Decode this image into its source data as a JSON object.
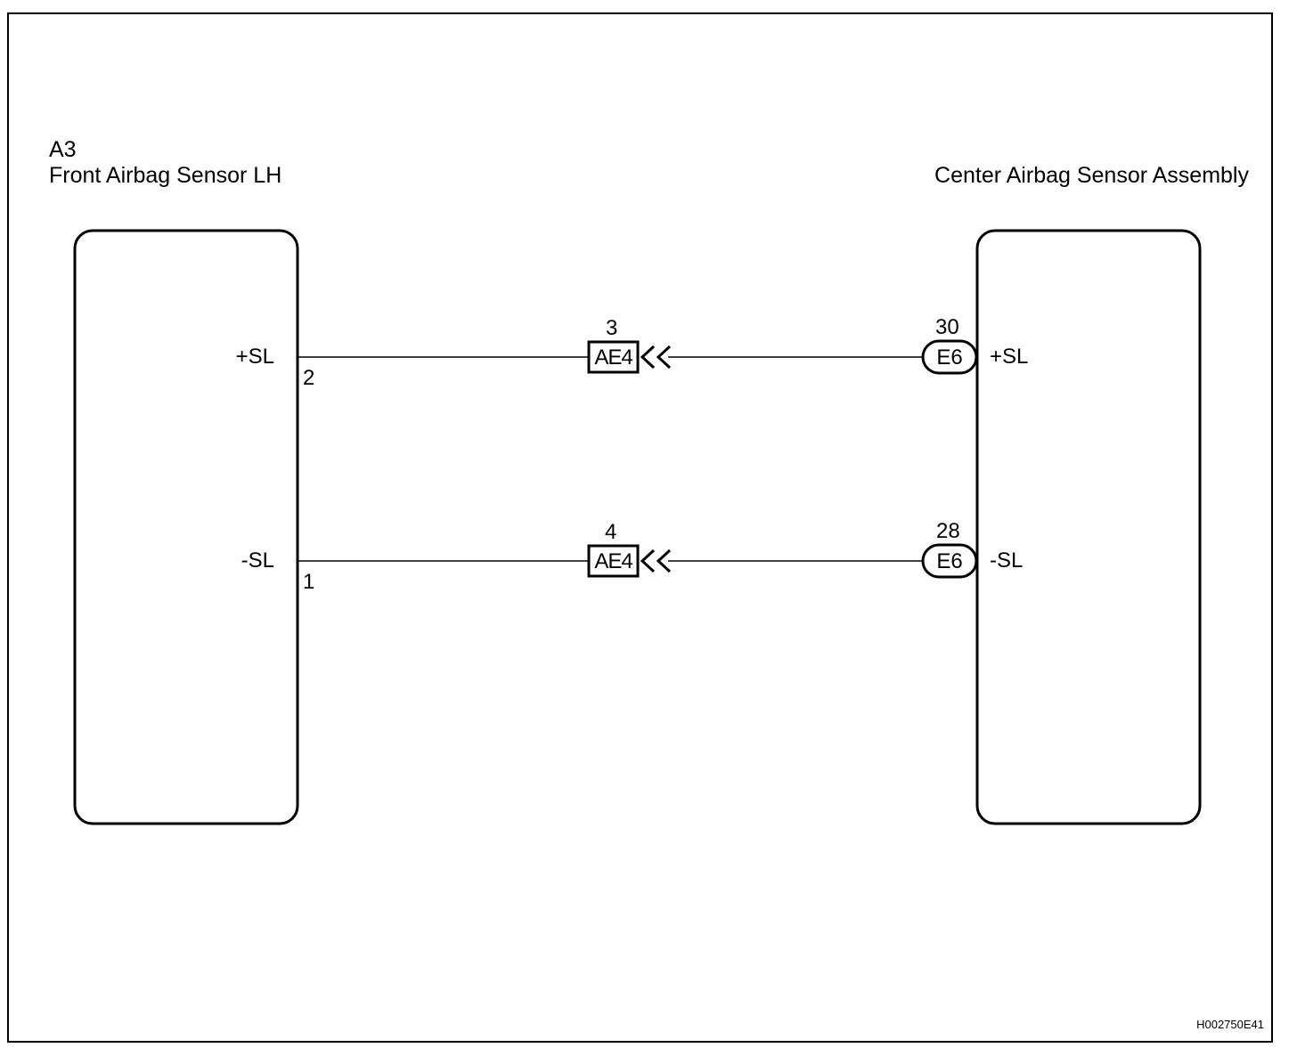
{
  "left_component": {
    "code": "A3",
    "name": "Front Airbag Sensor LH",
    "signals": [
      {
        "name": "+SL",
        "pin": "2"
      },
      {
        "name": "-SL",
        "pin": "1"
      }
    ]
  },
  "right_component": {
    "name": "Center Airbag Sensor Assembly",
    "signals": [
      {
        "name": "+SL",
        "connector": "E6",
        "pin": "30"
      },
      {
        "name": "-SL",
        "connector": "E6",
        "pin": "28"
      }
    ]
  },
  "junctions": [
    {
      "connector": "AE4",
      "pin": "3"
    },
    {
      "connector": "AE4",
      "pin": "4"
    }
  ],
  "figure_id": "H002750E41"
}
